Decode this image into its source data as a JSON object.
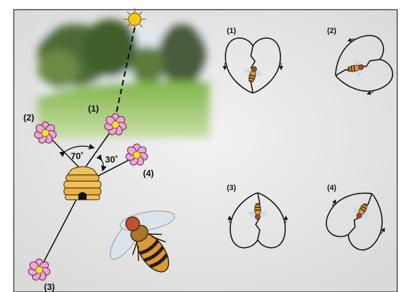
{
  "flower_labels": {
    "f1": "(1)",
    "f2": "(2)",
    "f3": "(3)",
    "f4": "(4)"
  },
  "angles": {
    "left": "70˚",
    "right": "30˚"
  },
  "dance_labels": {
    "d1": "(1)",
    "d2": "(2)",
    "d3": "(3)",
    "d4": "(4)"
  },
  "colors": {
    "flower_petal": "#e9a9d6",
    "flower_center": "#f4e034",
    "sun": "#f6c91a",
    "hive": "#e8b34a",
    "grass": "#86b84a",
    "bee_body": "#d89a3a"
  }
}
